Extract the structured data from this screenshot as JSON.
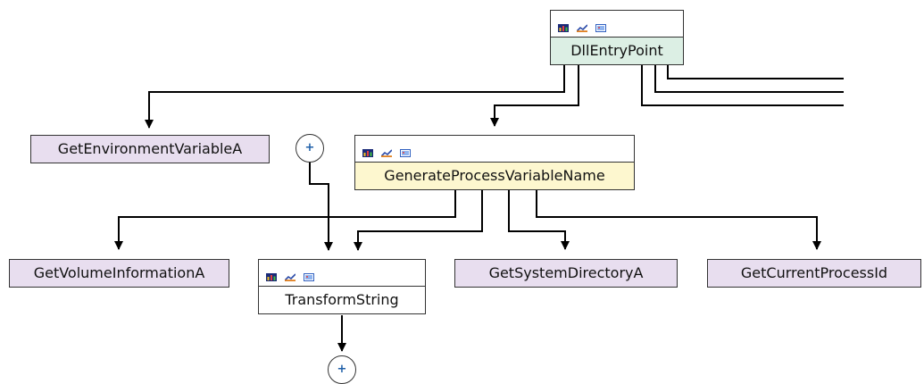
{
  "colors": {
    "entry_fill": "#dcefe4",
    "api_fill": "#e8deef",
    "current_fill": "#fdf7cf",
    "plain_fill": "#ffffff",
    "edge": "#000000",
    "expand_plus": "#1f5fa8"
  },
  "toolbar_icons": [
    "bar-chart-icon",
    "line-chart-icon",
    "image-icon"
  ],
  "nodes": {
    "dll_entry_point": {
      "label": "DllEntryPoint",
      "kind": "function"
    },
    "generate_process_variable_name": {
      "label": "GenerateProcessVariableName",
      "kind": "function"
    },
    "transform_string": {
      "label": "TransformString",
      "kind": "function"
    },
    "get_environment_variable_a": {
      "label": "GetEnvironmentVariableA",
      "kind": "api"
    },
    "get_volume_information_a": {
      "label": "GetVolumeInformationA",
      "kind": "api"
    },
    "get_system_directory_a": {
      "label": "GetSystemDirectoryA",
      "kind": "api"
    },
    "get_current_process_id": {
      "label": "GetCurrentProcessId",
      "kind": "api"
    }
  },
  "expand_buttons": {
    "upper": {
      "label": "+"
    },
    "lower": {
      "label": "+"
    }
  },
  "edges": [
    {
      "from": "DllEntryPoint",
      "to": "GetEnvironmentVariableA"
    },
    {
      "from": "DllEntryPoint",
      "to": "GenerateProcessVariableName"
    },
    {
      "from": "DllEntryPoint",
      "to": "(off-screen)"
    },
    {
      "from": "DllEntryPoint",
      "to": "(off-screen)"
    },
    {
      "from": "DllEntryPoint",
      "to": "(off-screen)"
    },
    {
      "from": "GenerateProcessVariableName",
      "to": "GetVolumeInformationA"
    },
    {
      "from": "GenerateProcessVariableName",
      "to": "TransformString"
    },
    {
      "from": "GenerateProcessVariableName",
      "to": "GetSystemDirectoryA"
    },
    {
      "from": "GenerateProcessVariableName",
      "to": "GetCurrentProcessId"
    },
    {
      "from": "+",
      "to": "TransformString"
    },
    {
      "from": "TransformString",
      "to": "+"
    }
  ]
}
